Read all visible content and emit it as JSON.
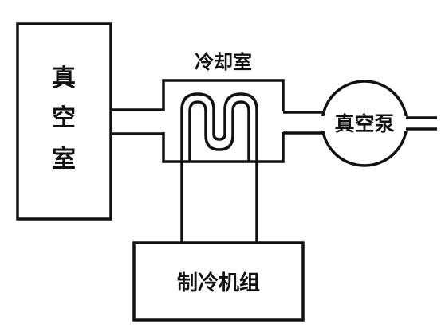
{
  "labels": {
    "vacuum_chamber": [
      "真",
      "空",
      "室"
    ],
    "cooling_chamber": "冷却室",
    "vacuum_pump": "真空泵",
    "refrigeration_unit": "制冷机组"
  },
  "colors": {
    "line": "#111111",
    "background": "#ffffff"
  }
}
